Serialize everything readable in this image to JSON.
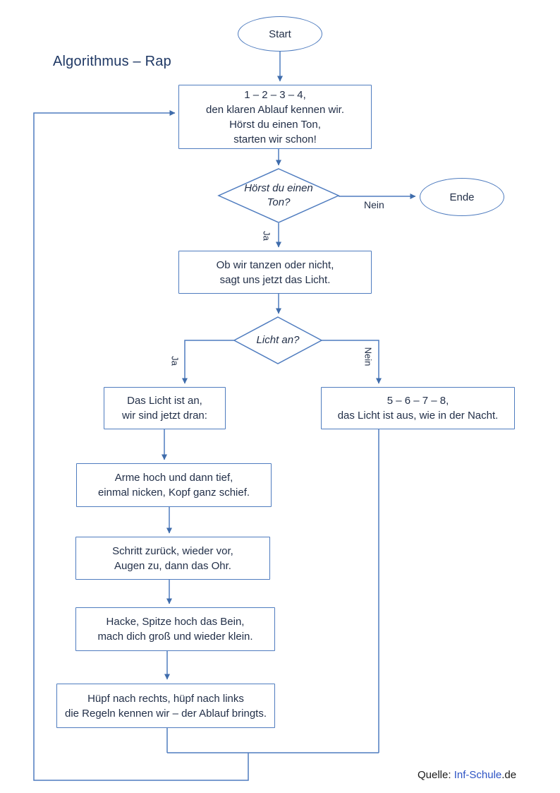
{
  "title": "Algorithmus – Rap",
  "colors": {
    "line": "#4f7cbf",
    "text": "#233049",
    "title": "#1f3864",
    "link": "#2d53c4"
  },
  "nodes": {
    "start": {
      "label": "Start"
    },
    "intro": {
      "text": "1 – 2 – 3 – 4,\nden klaren Ablauf kennen wir.\nHörst du einen Ton,\nstarten wir schon!"
    },
    "decision_ton": {
      "text": "Hörst du einen\nTon?"
    },
    "ende": {
      "label": "Ende"
    },
    "licht_info": {
      "text": "Ob wir tanzen oder nicht,\nsagt uns jetzt das Licht."
    },
    "decision_licht": {
      "text": "Licht an?"
    },
    "licht_an": {
      "text": "Das Licht ist an,\nwir sind jetzt dran:"
    },
    "licht_aus": {
      "text": "5 – 6 – 7 – 8,\ndas Licht ist aus, wie in der Nacht."
    },
    "arme": {
      "text": "Arme hoch und dann tief,\neinmal nicken, Kopf ganz schief."
    },
    "schritt": {
      "text": "Schritt zurück, wieder vor,\nAugen zu, dann das Ohr."
    },
    "hacke": {
      "text": "Hacke, Spitze hoch das Bein,\nmach dich groß und wieder klein."
    },
    "huepf": {
      "text": "Hüpf nach rechts, hüpf nach links\ndie Regeln kennen wir – der Ablauf bringts."
    }
  },
  "edges": {
    "ton_nein": "Nein",
    "ton_ja": "Ja",
    "licht_ja": "Ja",
    "licht_nein": "Nein"
  },
  "footer": {
    "prefix": "Quelle: ",
    "link": "Inf-Schule",
    "suffix": ".de"
  }
}
